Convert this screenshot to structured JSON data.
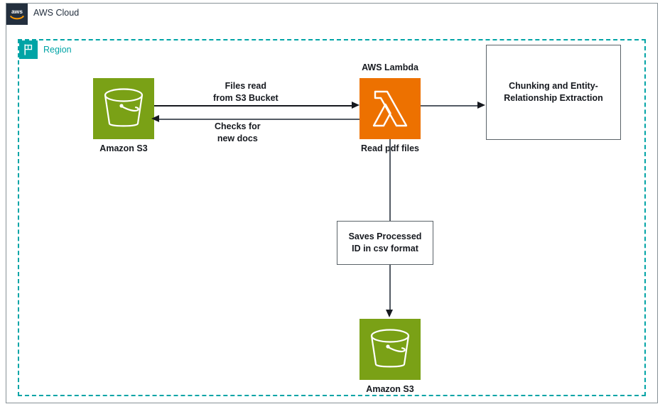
{
  "diagram": {
    "title": "AWS Cloud",
    "cloud": {
      "label": "AWS Cloud",
      "logo_icon": "aws-logo-icon"
    },
    "region": {
      "label": "Region",
      "icon": "region-flag-icon"
    },
    "colors": {
      "s3_green": "#7AA116",
      "lambda_orange": "#ED7100",
      "region_teal": "#00A4A6",
      "cloud_navy": "#232F3E",
      "line_gray": "#545B64",
      "arrow_black": "#16191F"
    },
    "nodes": [
      {
        "id": "s3-source",
        "icon": "amazon-s3-bucket-icon",
        "caption": "Amazon S3",
        "title": ""
      },
      {
        "id": "lambda",
        "icon": "aws-lambda-icon",
        "title": "AWS Lambda",
        "caption": "Read pdf files"
      },
      {
        "id": "s3-sink",
        "icon": "amazon-s3-bucket-icon",
        "caption": "Amazon S3",
        "title": ""
      }
    ],
    "boxes": [
      {
        "id": "chunking",
        "line1": "Chunking and Entity-",
        "line2": "Relationship Extraction"
      },
      {
        "id": "saves",
        "line1": "Saves Processed",
        "line2": "ID in csv format"
      }
    ],
    "edges": [
      {
        "id": "files-read",
        "from": "s3-source",
        "to": "lambda",
        "line1": "Files read",
        "line2": "from S3 Bucket"
      },
      {
        "id": "checks-for-new-docs",
        "from": "lambda",
        "to": "s3-source",
        "line1": "Checks for",
        "line2": "new docs"
      },
      {
        "id": "lambda-to-chunking",
        "from": "lambda",
        "to": "chunking",
        "label": ""
      },
      {
        "id": "lambda-to-saves",
        "from": "lambda",
        "to": "saves",
        "label": ""
      },
      {
        "id": "saves-to-s3-sink",
        "from": "saves",
        "to": "s3-sink",
        "label": ""
      }
    ]
  }
}
